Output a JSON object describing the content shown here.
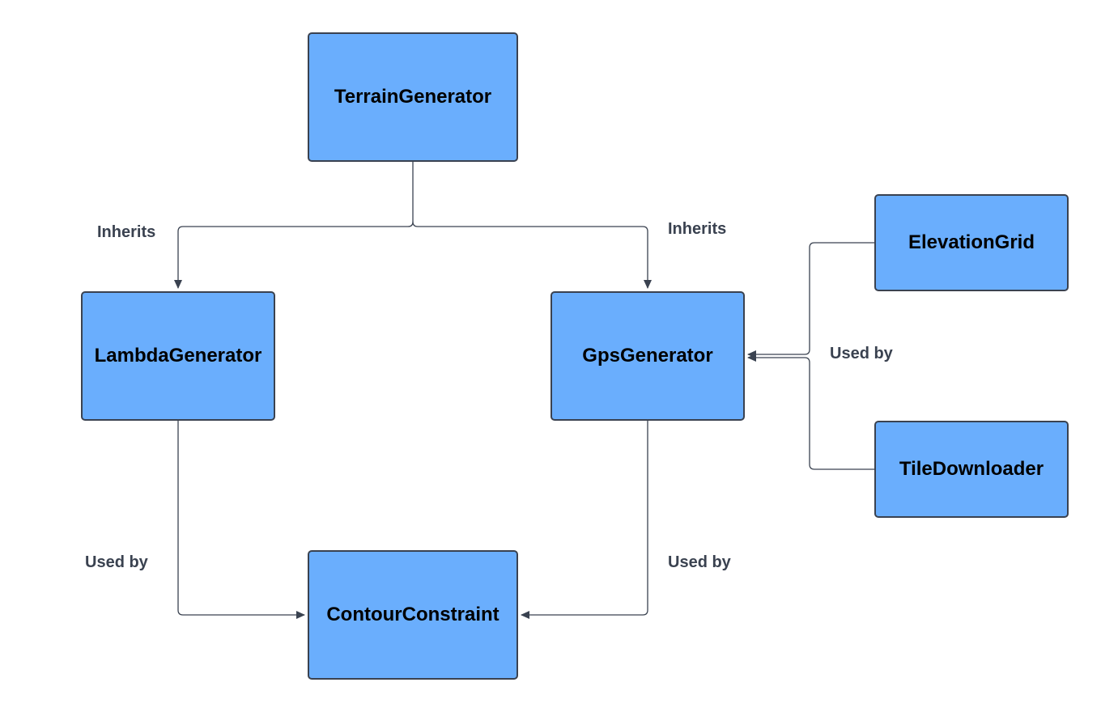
{
  "colors": {
    "node_fill": "#6aaefd",
    "node_border": "#3a4250",
    "connector": "#3a4250",
    "label_text": "#3a4250"
  },
  "nodes": {
    "terrain": {
      "label": "TerrainGenerator"
    },
    "lambda": {
      "label": "LambdaGenerator"
    },
    "gps": {
      "label": "GpsGenerator"
    },
    "elevation": {
      "label": "ElevationGrid"
    },
    "tile": {
      "label": "TileDownloader"
    },
    "contour": {
      "label": "ContourConstraint"
    }
  },
  "edges": {
    "inherits_lambda": {
      "label": "Inherits"
    },
    "inherits_gps": {
      "label": "Inherits"
    },
    "usedby_gps_right": {
      "label": "Used by"
    },
    "usedby_lambda_contour": {
      "label": "Used by"
    },
    "usedby_gps_contour": {
      "label": "Used by"
    }
  }
}
